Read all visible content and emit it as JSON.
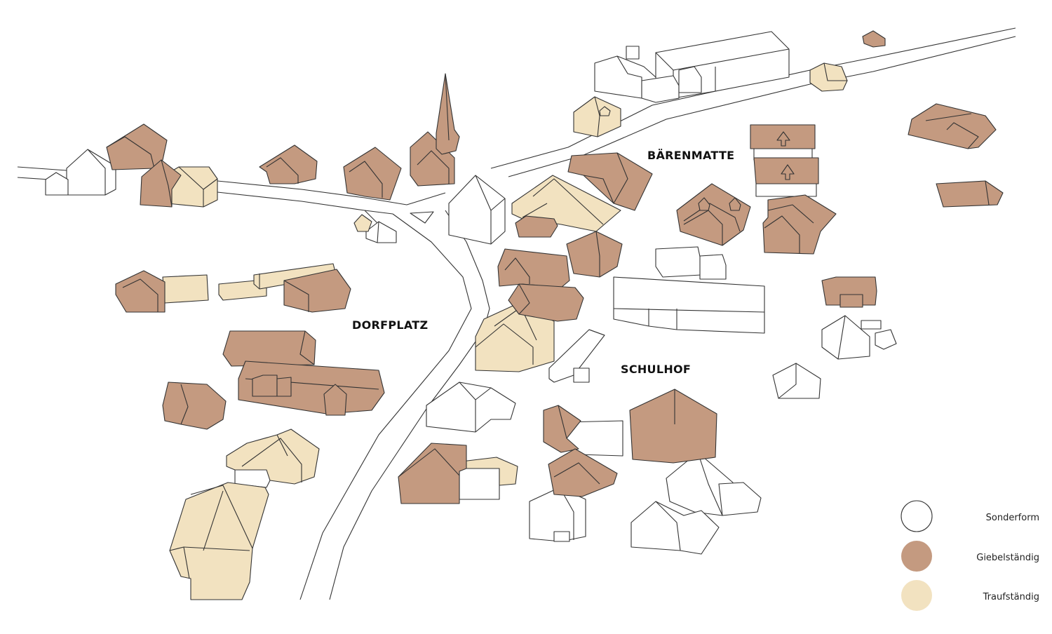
{
  "colors": {
    "sonderform": "#ffffff",
    "giebel": "#c49a80",
    "giebel_dark": "#b88d73",
    "trauf": "#f2e2c0",
    "trauf_dark": "#e7d3aa",
    "stroke": "#333333"
  },
  "places": {
    "dorfplatz": "DORFPLATZ",
    "baerenmatte": "BÄRENMATTE",
    "schulhof": "SCHULHOF"
  },
  "legend": {
    "items": [
      {
        "label": "Sonderform",
        "color": "#ffffff"
      },
      {
        "label": "Giebelständig",
        "color": "#c49a80"
      },
      {
        "label": "Traufständig",
        "color": "#f2e2c0"
      }
    ]
  }
}
